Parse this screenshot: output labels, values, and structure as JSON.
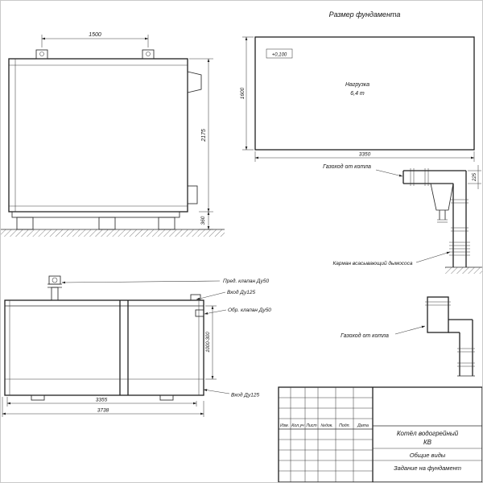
{
  "titles": {
    "foundation": "Размер фундамента",
    "duct_top": "Газоход от котла",
    "duct_bottom": "Газоход от котла",
    "pocket": "Карман всасывающий дымососа"
  },
  "foundation_plan": {
    "mark": "+0,100",
    "load_line1": "Нагрузка",
    "load_line2": "6,4 т",
    "dim_width": "3350",
    "dim_height": "1600"
  },
  "side_view": {
    "dim_top": "1500",
    "dim_height": "2175",
    "dim_base": "360"
  },
  "duct_detail": {
    "dim_width": "225"
  },
  "plan_view": {
    "label_safety_valve": "Пред. клапан Ду50",
    "label_inlet_top": "Вход Ду125",
    "label_check_valve": "Обр. клапан Ду50",
    "label_inlet_bottom": "Вход Ду125",
    "dim_inner_width": "3355",
    "dim_outer_width": "3738",
    "dim_depth": "1000-300"
  },
  "title_block": {
    "header_cols": [
      "Изм.",
      "Кол.уч",
      "Лист",
      "№док.",
      "Подп.",
      "Дата"
    ],
    "product_line1": "Котёл водогрейный",
    "product_line2": "КВ",
    "sheet_title1": "Общие виды",
    "sheet_title2": "Задание на фундамент"
  }
}
